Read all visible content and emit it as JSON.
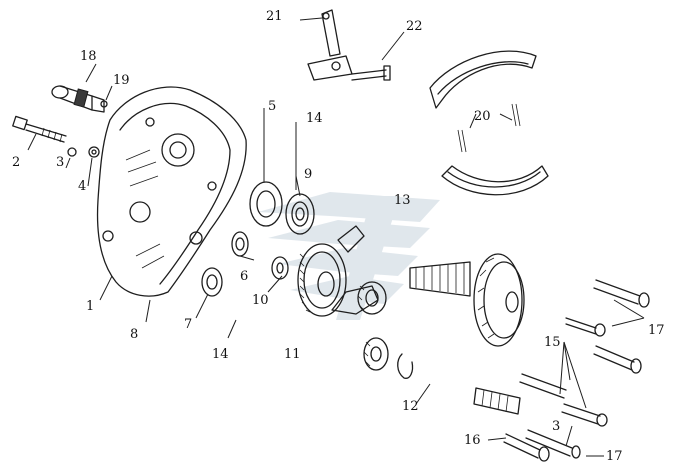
{
  "callouts": {
    "c1": "1",
    "c2": "2",
    "c3": "3",
    "c3b": "3",
    "c4": "4",
    "c5": "5",
    "c6": "6",
    "c7": "7",
    "c8": "8",
    "c9": "9",
    "c10": "10",
    "c11": "11",
    "c12": "12",
    "c13": "13",
    "c14a": "14",
    "c14b": "14",
    "c15": "15",
    "c16": "16",
    "c17a": "17",
    "c17b": "17",
    "c18": "18",
    "c19": "19",
    "c20": "20",
    "c21": "21",
    "c22": "22"
  },
  "colors": {
    "line": "#1e1e1e",
    "watermark": "#c8d4de"
  }
}
